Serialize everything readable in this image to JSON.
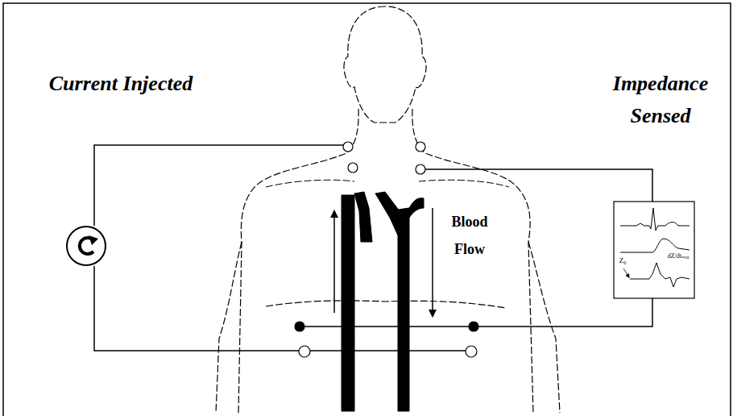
{
  "diagram": {
    "labels": [
      "Current Injected",
      "Impedance Sensed",
      "Blood Flow",
      "Z₀",
      "dZ/dtₘₐₓ"
    ]
  }
}
